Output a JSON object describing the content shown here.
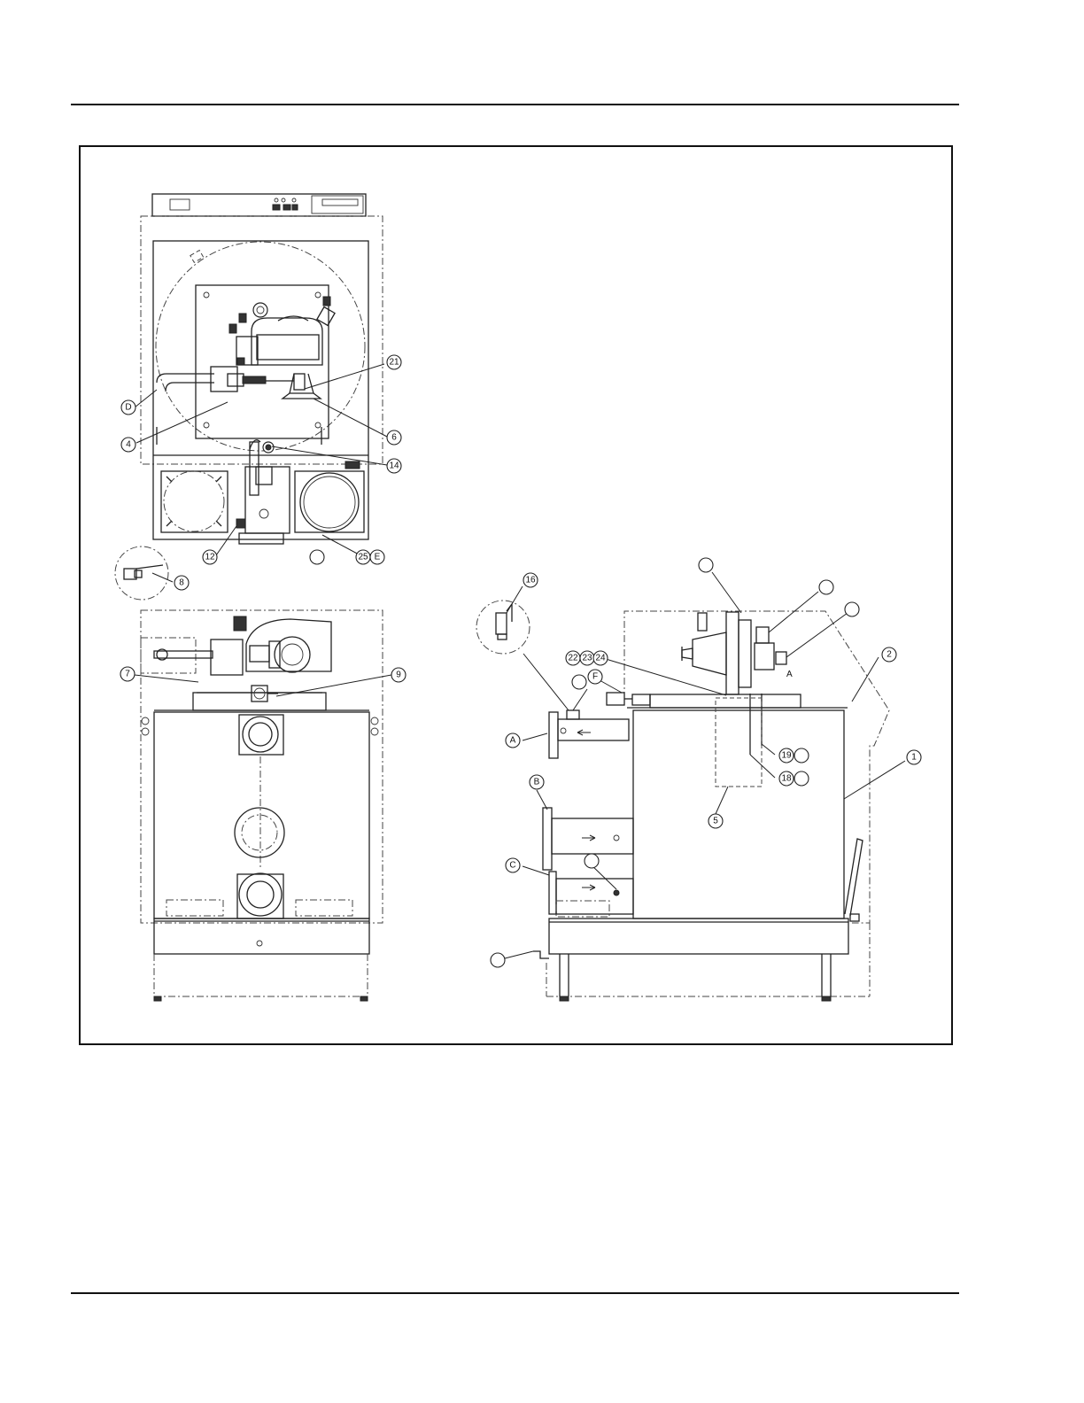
{
  "labels": {
    "c21": "21",
    "cD": "D",
    "c6": "6",
    "c4": "4",
    "c14": "14",
    "c12": "12",
    "c25": "25",
    "cE": "E",
    "c8": "8",
    "c7": "7",
    "c9": "9",
    "c16": "16",
    "c22": "22",
    "c23": "23",
    "c24": "24",
    "c2": "2",
    "c1": "1",
    "cF": "F",
    "cA": "A",
    "c19": "19",
    "c18": "18",
    "c5": "5",
    "cB": "B",
    "cC": "C",
    "noteA": "A"
  }
}
